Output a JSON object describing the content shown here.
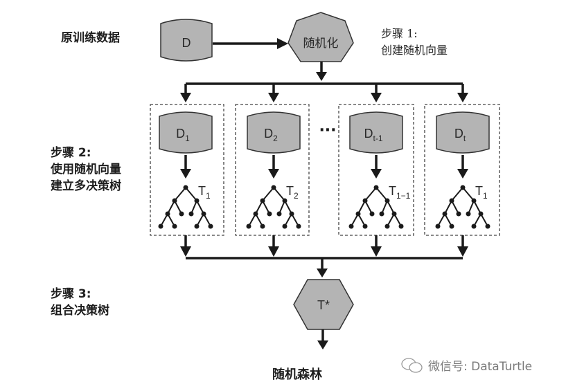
{
  "labels": {
    "source_data": "原训练数据",
    "step1_title": "步骤 1:",
    "step1_desc": "创建随机向量",
    "step2_title": "步骤 2:",
    "step2_line1": "使用随机向量",
    "step2_line2": "建立多决策树",
    "step3_title": "步骤 3:",
    "step3_desc": "组合决策树",
    "result": "随机森林"
  },
  "nodes": {
    "data": "D",
    "randomize": "随机化",
    "combine": "T*"
  },
  "subsets": [
    {
      "data_base": "D",
      "data_sub": "1",
      "tree_base": "T",
      "tree_sub": "1"
    },
    {
      "data_base": "D",
      "data_sub": "2",
      "tree_base": "T",
      "tree_sub": "2"
    },
    {
      "data_base": "D",
      "data_sub": "t-1",
      "tree_base": "T",
      "tree_sub": "1−1"
    },
    {
      "data_base": "D",
      "data_sub": "t",
      "tree_base": "T",
      "tree_sub": "1"
    }
  ],
  "ellipsis": "···",
  "watermark": {
    "icon": "wechat-icon",
    "text": "微信号: DataTurtle"
  },
  "colors": {
    "shape_fill": "#b4b4b4",
    "line": "#1a1a1a",
    "dash": "#444444"
  }
}
